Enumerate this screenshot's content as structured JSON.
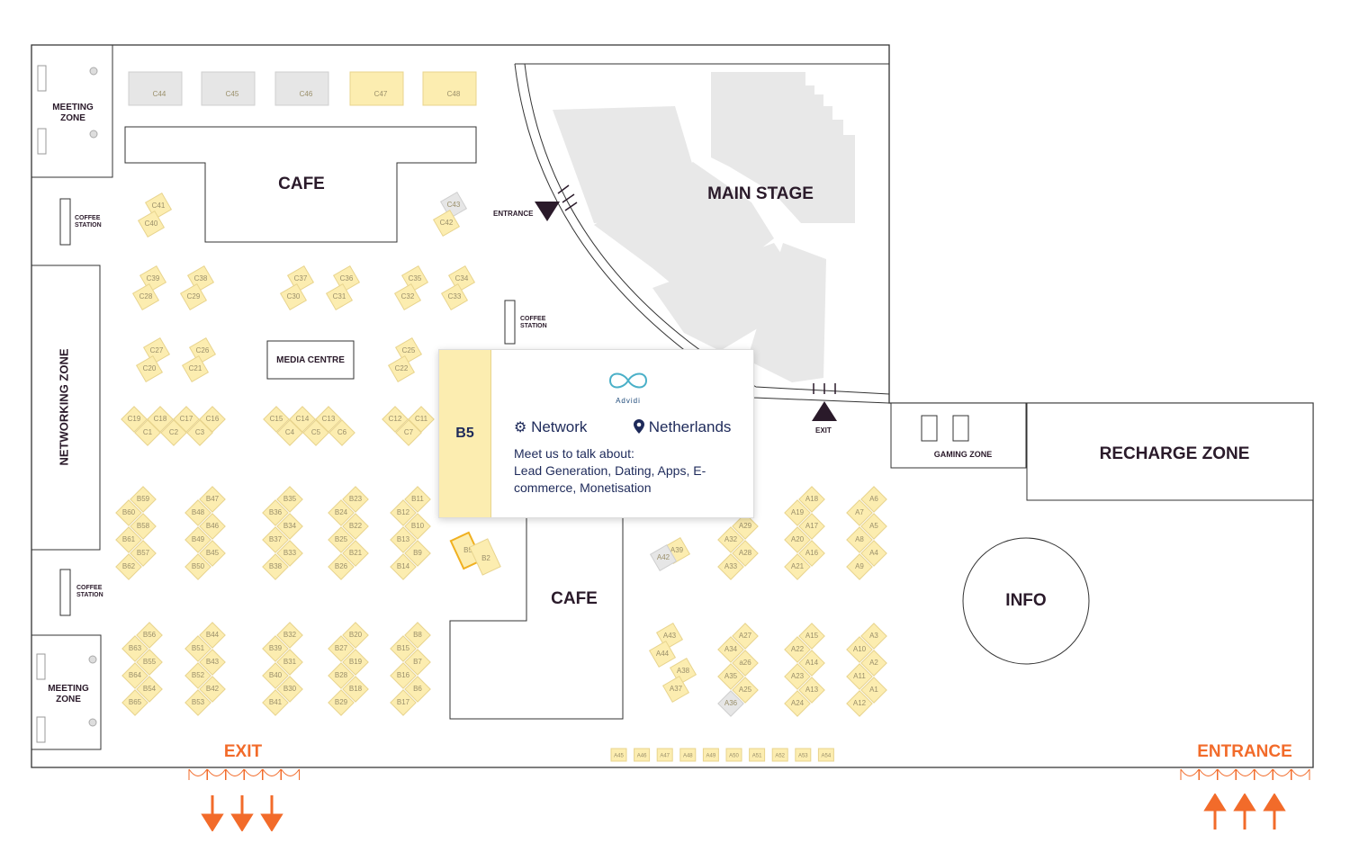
{
  "zones": {
    "cafe_top": "CAFE",
    "cafe_bottom": "CAFE",
    "main_stage": "MAIN STAGE",
    "networking": "NETWORKING ZONE",
    "media_centre": "MEDIA CENTRE",
    "recharge": "RECHARGE ZONE",
    "info": "INFO",
    "gaming": "GAMING ZONE",
    "meeting_top": "MEETING ZONE",
    "meeting_bottom": "MEETING ZONE",
    "coffee": "COFFEE STATION",
    "entrance_inner": "ENTRANCE",
    "exit_inner": "EXIT",
    "exit_main": "EXIT",
    "entrance_main": "ENTRANCE"
  },
  "booths": {
    "c_top": [
      {
        "label": "C44",
        "state": "unavailable"
      },
      {
        "label": "C45",
        "state": "unavailable"
      },
      {
        "label": "C46",
        "state": "unavailable"
      },
      {
        "label": "C47",
        "state": "available"
      },
      {
        "label": "C48",
        "state": "available"
      }
    ],
    "pairs": [
      {
        "top": "C41",
        "bottom": "C40"
      },
      {
        "top": "C43",
        "bottom": "C42",
        "top_state": "unavailable"
      },
      {
        "top": "C39",
        "bottom": "C28"
      },
      {
        "top": "C38",
        "bottom": "C29"
      },
      {
        "top": "C37",
        "bottom": "C30"
      },
      {
        "top": "C36",
        "bottom": "C31"
      },
      {
        "top": "C35",
        "bottom": "C32"
      },
      {
        "top": "C34",
        "bottom": "C33"
      },
      {
        "top": "C27",
        "bottom": "C20"
      },
      {
        "top": "C26",
        "bottom": "C21"
      },
      {
        "top": "C25",
        "bottom": "C22"
      },
      {
        "top": "A43",
        "bottom": "A44"
      },
      {
        "top": "A38",
        "bottom": "A37"
      }
    ],
    "diamond_rows": [
      {
        "top": [
          "C19",
          "C18",
          "C17",
          "C16"
        ],
        "bottom": [
          "C1",
          "C2",
          "C3"
        ]
      },
      {
        "top": [
          "C15",
          "C14",
          "C13"
        ],
        "bottom": [
          "C4",
          "C5",
          "C6"
        ]
      },
      {
        "top": [
          "C12",
          "C11"
        ],
        "bottom": [
          "C7"
        ]
      }
    ],
    "columns": [
      [
        "B59",
        "B60",
        "B58",
        "B61",
        "B57",
        "B62"
      ],
      [
        "B47",
        "B48",
        "B46",
        "B49",
        "B45",
        "B50"
      ],
      [
        "B35",
        "B36",
        "B34",
        "B37",
        "B33",
        "B38"
      ],
      [
        "B23",
        "B24",
        "B22",
        "B25",
        "B21",
        "B26"
      ],
      [
        "B11",
        "B12",
        "B10",
        "B13",
        "B9",
        "B14"
      ],
      [
        "A29",
        "A32",
        "A28",
        "A33"
      ],
      [
        "A18",
        "A19",
        "A17",
        "A20",
        "A16",
        "A21"
      ],
      [
        "A6",
        "A7",
        "A5",
        "A8",
        "A4",
        "A9"
      ],
      [
        "B56",
        "B63",
        "B55",
        "B64",
        "B54",
        "B65"
      ],
      [
        "B44",
        "B51",
        "B43",
        "B52",
        "B42",
        "B53"
      ],
      [
        "B32",
        "B39",
        "B31",
        "B40",
        "B30",
        "B41"
      ],
      [
        "B20",
        "B27",
        "B19",
        "B28",
        "B18",
        "B29"
      ],
      [
        "B8",
        "B15",
        "B7",
        "B16",
        "B6",
        "B17"
      ],
      [
        "A27",
        "A34",
        "a26",
        "A35",
        "A25",
        "A36"
      ],
      [
        "A15",
        "A22",
        "A14",
        "A23",
        "A13",
        "A24"
      ],
      [
        "A3",
        "A10",
        "A2",
        "A11",
        "A1",
        "A12"
      ]
    ],
    "selected": {
      "label": "B5",
      "neighbor": "B2"
    },
    "a39_group": {
      "main": "A39",
      "unavailable": "A42"
    },
    "bottom_row": [
      "A45",
      "A46",
      "A47",
      "A48",
      "A49",
      "A50",
      "A51",
      "A52",
      "A53",
      "A54"
    ]
  },
  "popup": {
    "booth": "B5",
    "company": "Advidi",
    "category": "Network",
    "country": "Netherlands",
    "talk_heading": "Meet us to talk about:",
    "talk_topics": "Lead Generation, Dating, Apps, E-commerce, Monetisation"
  },
  "colors": {
    "booth_fill": "#fcedb0",
    "booth_stroke": "#e8d48e",
    "unavailable_fill": "#e6e6e6",
    "line": "#333333",
    "stage": "#e8e8e8",
    "accent": "#f26b2a",
    "selected_stroke": "#f0b020",
    "text_dark": "#2a1a2a",
    "popup_text": "#1e2a5a"
  }
}
